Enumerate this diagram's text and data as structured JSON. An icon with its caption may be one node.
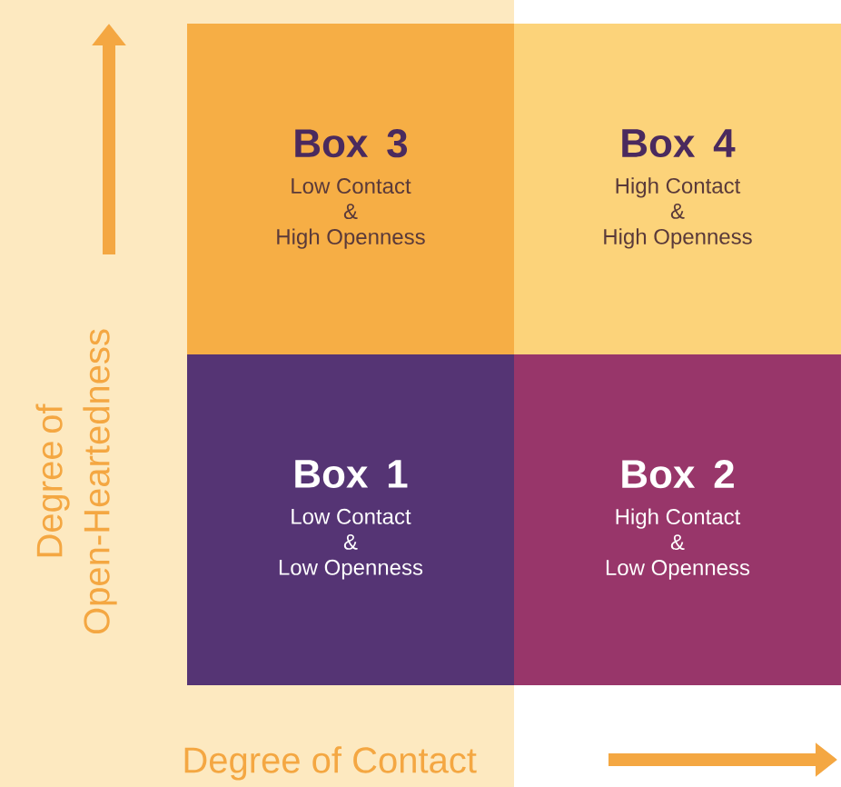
{
  "diagram": {
    "nodes": [
      {
        "text": [
          "Box 3",
          "Low Contact & High Openness"
        ]
      },
      {
        "text": [
          "Box 4",
          "High Contact & High Openness"
        ]
      },
      {
        "text": [
          "Box 1",
          "Low Contact & Low Openness"
        ]
      },
      {
        "text": [
          "Box 2",
          "High Contact & Low Openness"
        ]
      }
    ],
    "edges": [],
    "labels": [
      "Degree of Open-Heartedness",
      "Degree of Contact"
    ]
  }
}
